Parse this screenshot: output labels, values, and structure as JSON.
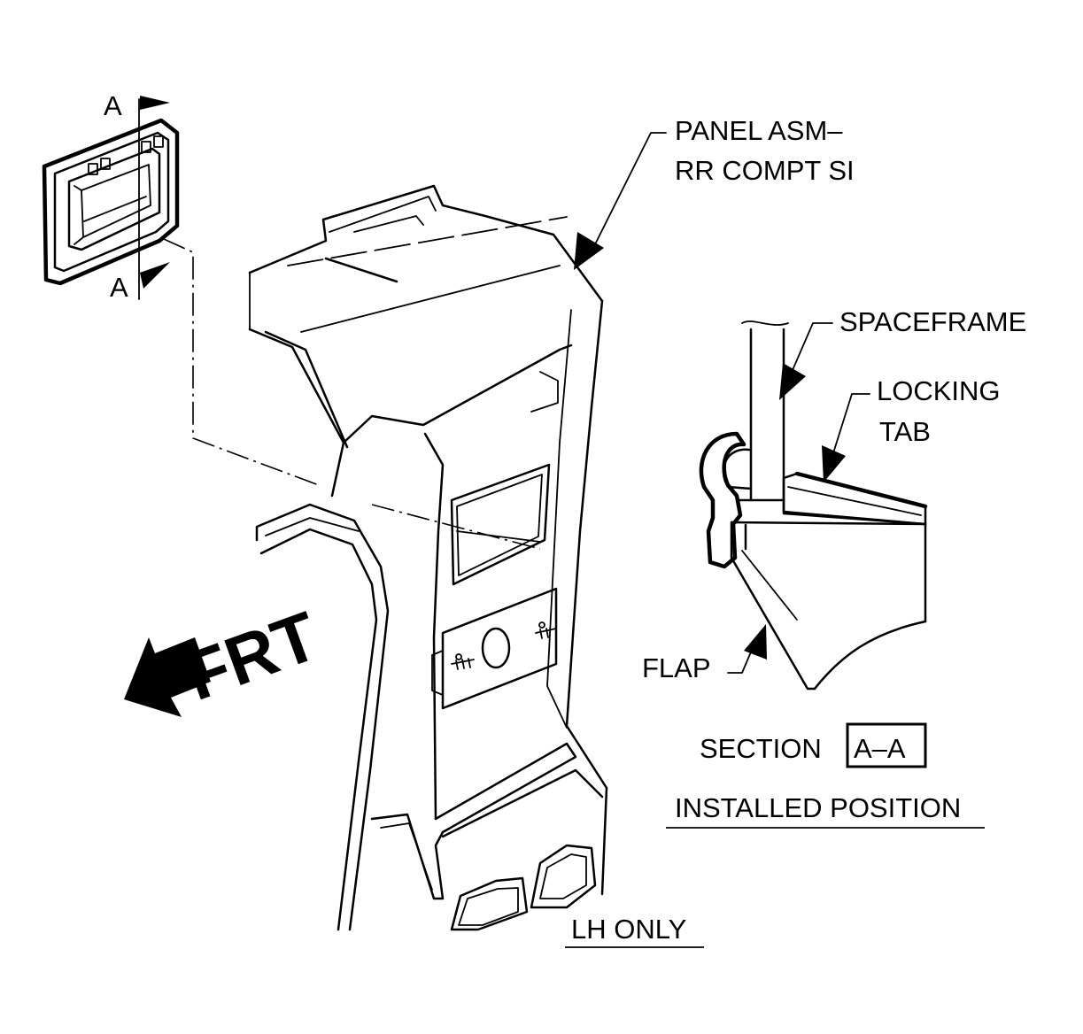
{
  "labels": {
    "panel_line1": "PANEL ASM–",
    "panel_line2": "RR COMPT SI",
    "spaceframe": "SPACEFRAME",
    "locking_line1": "LOCKING",
    "locking_line2": "TAB",
    "flap": "FLAP",
    "section_prefix": "SECTION",
    "section_id": "A–A",
    "installed_position": "INSTALLED POSITION",
    "lh_only": "LH ONLY",
    "frt": "FRT",
    "section_mark_top": "A",
    "section_mark_bottom": "A"
  }
}
